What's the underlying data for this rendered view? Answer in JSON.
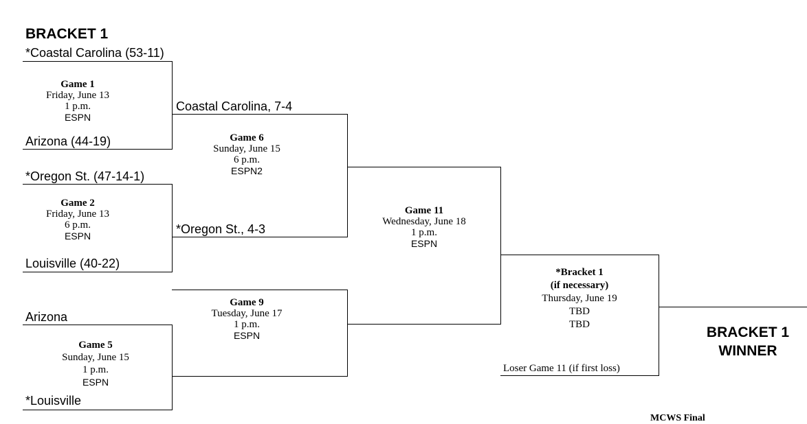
{
  "bracket_title": "BRACKET 1",
  "teams": {
    "coastal_seed": "*Coastal Carolina (53-11)",
    "arizona_seed": "Arizona (44-19)",
    "oregon_seed": "*Oregon St. (47-14-1)",
    "louisville_seed": "Louisville (40-22)",
    "game6_top": "Coastal Carolina, 7-4",
    "game6_bottom": "*Oregon St., 4-3",
    "game5_top": "Arizona",
    "game5_bottom": "*Louisville"
  },
  "games": {
    "game1": {
      "title": "Game 1",
      "date": "Friday, June 13",
      "time": "1 p.m.",
      "network": "ESPN"
    },
    "game2": {
      "title": "Game 2",
      "date": "Friday, June 13",
      "time": "6 p.m.",
      "network": "ESPN"
    },
    "game5": {
      "title": "Game 5",
      "date": "Sunday, June 15",
      "time": "1 p.m.",
      "network": "ESPN"
    },
    "game6": {
      "title": "Game 6",
      "date": "Sunday, June 15",
      "time": "6 p.m.",
      "network": "ESPN2"
    },
    "game9": {
      "title": "Game 9",
      "date": "Tuesday, June 17",
      "time": "1 p.m.",
      "network": "ESPN"
    },
    "game11": {
      "title": "Game 11",
      "date": "Wednesday, June 18",
      "time": "1 p.m.",
      "network": "ESPN"
    },
    "final": {
      "title1": "*Bracket 1",
      "title2": "(if necessary)",
      "date": "Thursday, June 19",
      "time": "TBD",
      "network": "TBD"
    }
  },
  "loser_note": "Loser Game 11 (if first loss)",
  "winner_label": "BRACKET 1 WINNER",
  "footer_partial": "MCWS Final"
}
